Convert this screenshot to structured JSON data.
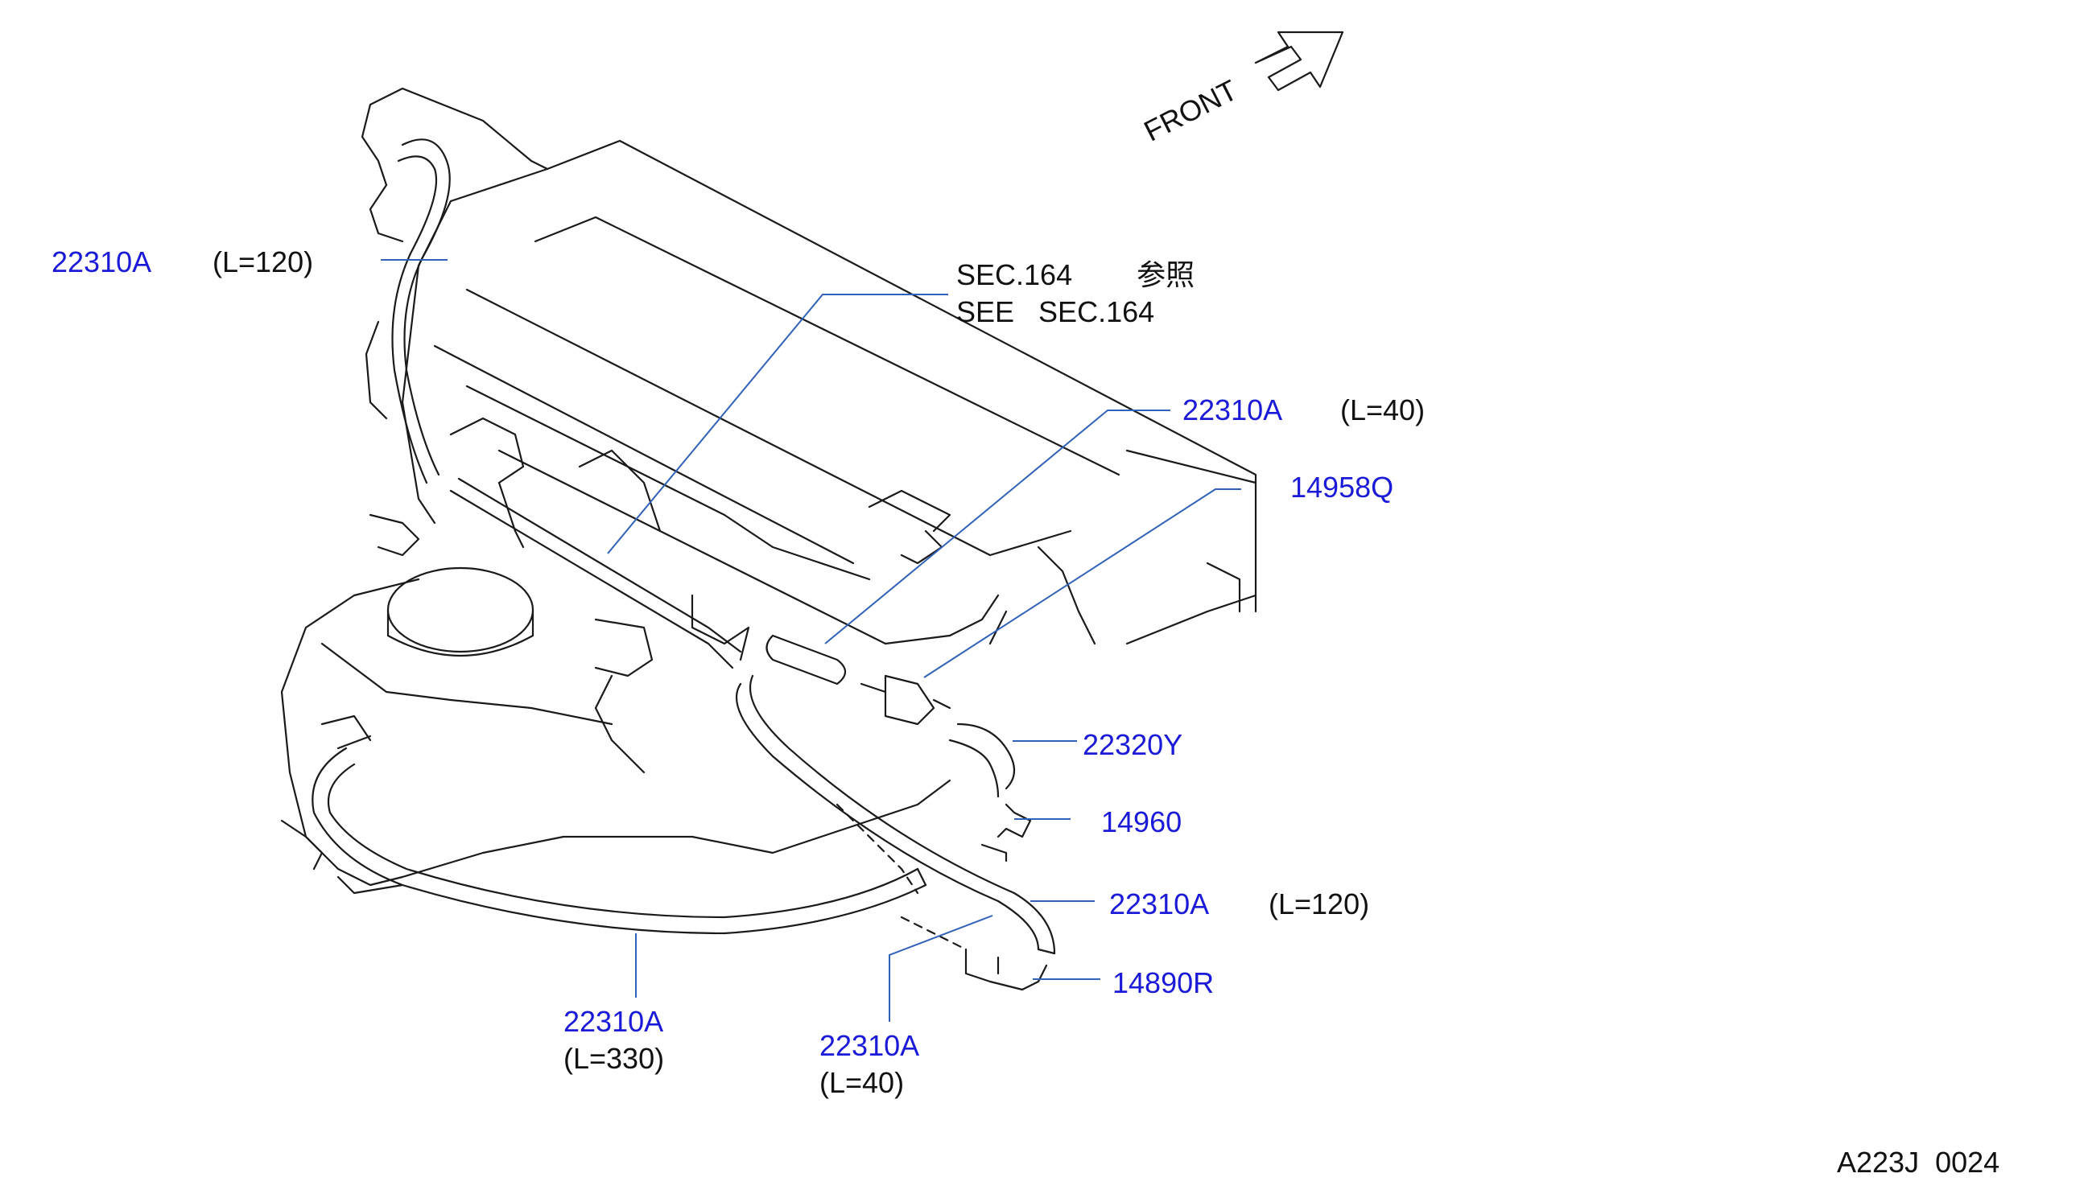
{
  "front_label": "FRONT",
  "callouts": [
    {
      "part": "22310A",
      "spec": "(L=120)"
    },
    {
      "part": "22310A",
      "spec": "(L=40)"
    },
    {
      "part": "14958Q",
      "spec": ""
    },
    {
      "part": "22320Y",
      "spec": ""
    },
    {
      "part": "14960",
      "spec": ""
    },
    {
      "part": "22310A",
      "spec": "(L=120)"
    },
    {
      "part": "14890R",
      "spec": ""
    },
    {
      "part": "22310A",
      "spec": "(L=330)"
    },
    {
      "part": "22310A",
      "spec": "(L=40)"
    }
  ],
  "reference": {
    "line1": "SEC.164",
    "line1_jp": "参照",
    "line2": "SEE   SEC.164"
  },
  "diagram_code": "A223J  0024",
  "colors": {
    "part_number": "#1a1ad8",
    "leader": "#2f62b8",
    "drawing": "#1a1a1a"
  }
}
